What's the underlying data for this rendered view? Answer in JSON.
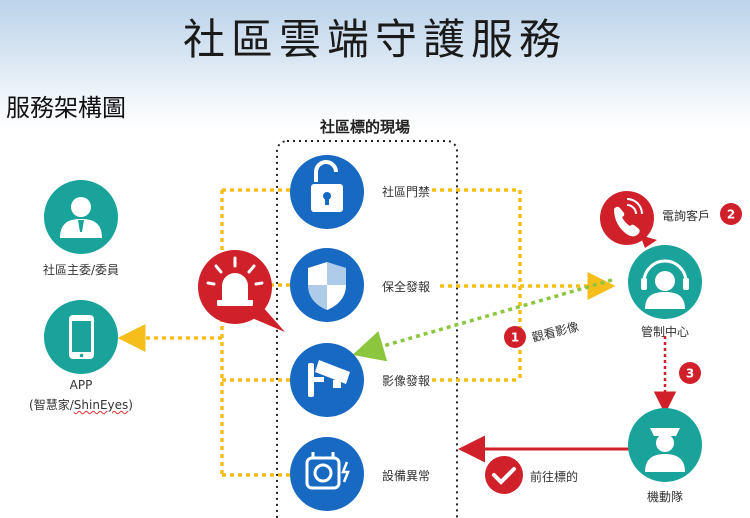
{
  "title": "社區雲端守護服務",
  "subtitle": "服務架構圖",
  "site_label": "社區標的現場",
  "services": [
    {
      "label": "社區門禁",
      "icon": "unlock-icon"
    },
    {
      "label": "保全發報",
      "icon": "shield-icon"
    },
    {
      "label": "影像發報",
      "icon": "cctv-camera-icon"
    },
    {
      "label": "設備異常",
      "icon": "equipment-icon"
    }
  ],
  "left_nodes": {
    "committee": "社區主委/委員",
    "app_line1": "APP",
    "app_line2_prefix": "(智慧家/",
    "app_line2_brand": "ShinEyes",
    "app_line2_suffix": ")"
  },
  "right_nodes": {
    "control_center": "管制中心",
    "mobile_team": "機動隊"
  },
  "steps": [
    {
      "num": "1",
      "label": "觀看影像"
    },
    {
      "num": "2",
      "label": "電詢客戶"
    },
    {
      "num": "3",
      "label": ""
    }
  ],
  "dispatch_label": "前往標的",
  "colors": {
    "blue": "#1769c2",
    "teal": "#1aa39a",
    "red": "#d0202a",
    "yellow": "#f5be1b",
    "green": "#8cc63f"
  }
}
